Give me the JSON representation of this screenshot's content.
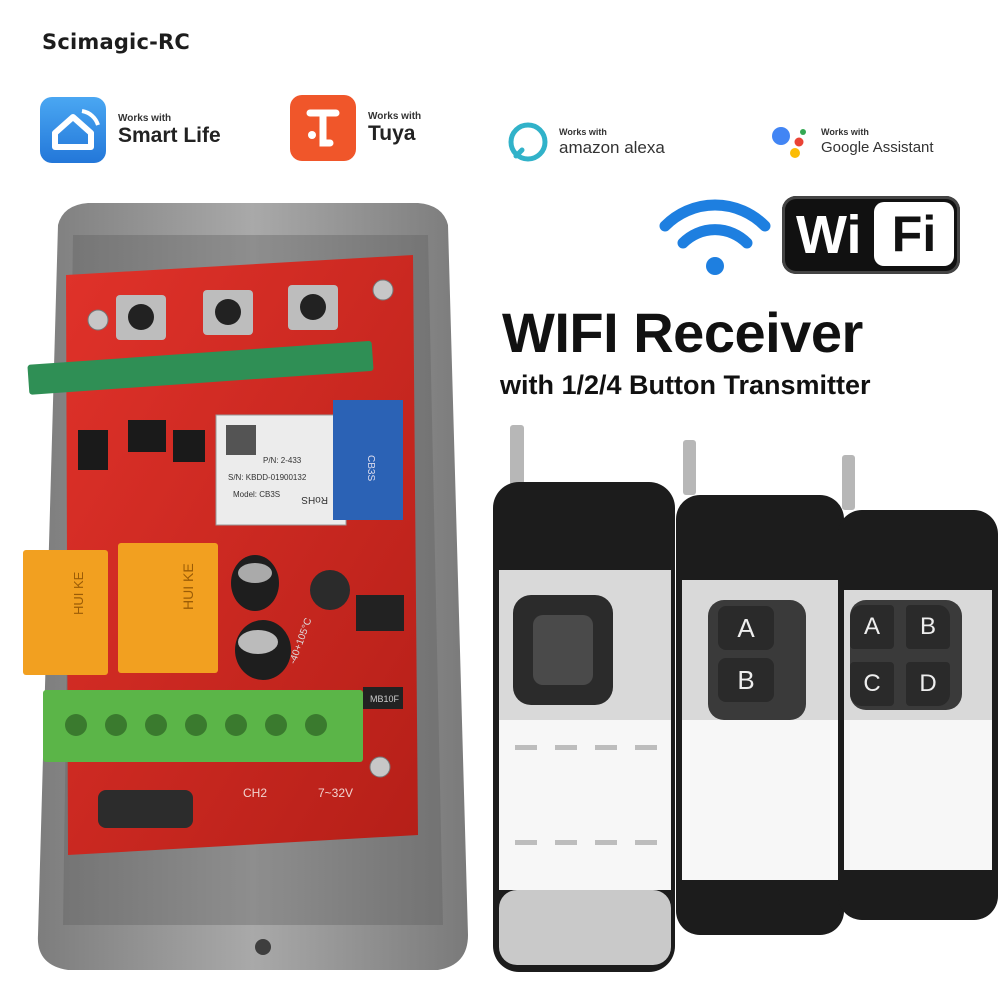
{
  "brand": "Scimagic-RC",
  "badges": {
    "smartlife": {
      "small": "Works with",
      "big": "Smart Life"
    },
    "tuya": {
      "small": "Works with",
      "big": "Tuya"
    },
    "alexa": {
      "small": "Works with",
      "big": "amazon alexa"
    },
    "google": {
      "small": "Works with",
      "big": "Google Assistant"
    }
  },
  "wifi_logo": {
    "wi": "Wi",
    "fi": "Fi"
  },
  "headline": "WIFI Receiver",
  "subheadline": "with 1/2/4 Button Transmitter",
  "receiver_labels": {
    "module_rohs": "RoHS",
    "module_pn": "P/N: 2-433",
    "module_sn": "S/N: KBDD-01900132",
    "module_model": "Model: CB3S",
    "module_side": "CB3S",
    "relay1": "HUI KE",
    "relay2": "HUI KE",
    "capacitor": "-40+105°C",
    "chip": "MB10F",
    "terminal_ch2": "CH2",
    "terminal_voltage": "7~32V"
  },
  "remotes": {
    "r2": {
      "a": "A",
      "b": "B"
    },
    "r4": {
      "a": "A",
      "b": "B",
      "c": "C",
      "d": "D"
    }
  },
  "colors": {
    "pcb": "#d92a22",
    "case": "#9a9a9a",
    "relay": "#f2a020",
    "terminal": "#5bb548",
    "wifi_blue": "#1e7fe0",
    "smartlife_blue": "#2f8ee6",
    "tuya_orange": "#f0562a"
  }
}
